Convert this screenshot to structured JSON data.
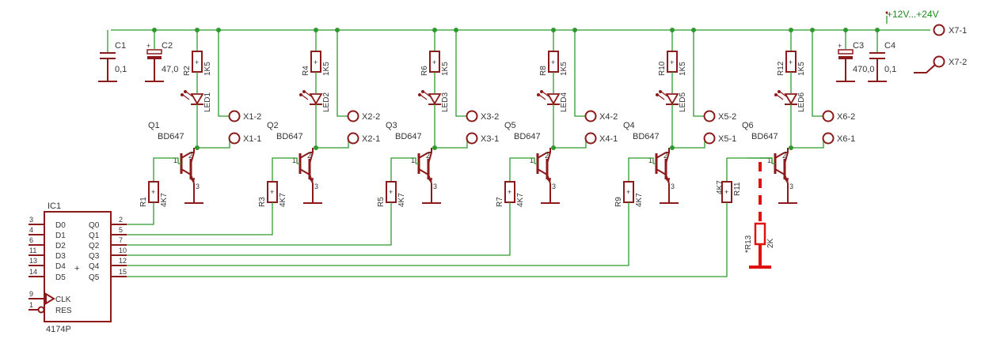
{
  "supply": {
    "label": "+12V...+24V",
    "terminal1": "X7-1",
    "terminal2": "X7-2"
  },
  "caps": [
    {
      "ref": "C1",
      "value": "0,1"
    },
    {
      "ref": "C2",
      "value": "47,0"
    },
    {
      "ref": "C3",
      "value": "470,0"
    },
    {
      "ref": "C4",
      "value": "0,1"
    }
  ],
  "channels": [
    {
      "q": "Q1",
      "type": "BD647",
      "r_led": "R2",
      "r_led_val": "1K5",
      "led": "LED1",
      "r_base": "R1",
      "r_base_val": "4K7",
      "x_top": "X1-2",
      "x_bot": "X1-1",
      "ic_pin": "2",
      "ic_out": "Q0"
    },
    {
      "q": "Q2",
      "type": "BD647",
      "r_led": "R4",
      "r_led_val": "1K5",
      "led": "LED2",
      "r_base": "R3",
      "r_base_val": "4K7",
      "x_top": "X2-2",
      "x_bot": "X2-1",
      "ic_pin": "5",
      "ic_out": "Q1"
    },
    {
      "q": "Q3",
      "type": "BD647",
      "r_led": "R6",
      "r_led_val": "1K5",
      "led": "LED3",
      "r_base": "R5",
      "r_base_val": "4K7",
      "x_top": "X3-2",
      "x_bot": "X3-1",
      "ic_pin": "7",
      "ic_out": "Q2"
    },
    {
      "q": "Q5",
      "type": "BD647",
      "r_led": "R8",
      "r_led_val": "1K5",
      "led": "LED4",
      "r_base": "R7",
      "r_base_val": "4K7",
      "x_top": "X4-2",
      "x_bot": "X4-1",
      "ic_pin": "10",
      "ic_out": "Q3"
    },
    {
      "q": "Q4",
      "type": "BD647",
      "r_led": "R10",
      "r_led_val": "1K5",
      "led": "LED5",
      "r_base": "R9",
      "r_base_val": "4K7",
      "x_top": "X5-2",
      "x_bot": "X5-1",
      "ic_pin": "12",
      "ic_out": "Q4"
    },
    {
      "q": "Q6",
      "type": "BD647",
      "r_led": "R12",
      "r_led_val": "1K5",
      "led": "LED6",
      "r_base": "R11",
      "r_base_val": "4K7",
      "x_top": "X6-2",
      "x_bot": "X6-1",
      "ic_pin": "15",
      "ic_out": "Q5"
    }
  ],
  "ic": {
    "ref": "IC1",
    "part": "4174P",
    "inputs": [
      {
        "pin": "3",
        "name": "D0"
      },
      {
        "pin": "4",
        "name": "D1"
      },
      {
        "pin": "6",
        "name": "D2"
      },
      {
        "pin": "11",
        "name": "D3"
      },
      {
        "pin": "13",
        "name": "D4"
      },
      {
        "pin": "14",
        "name": "D5"
      }
    ],
    "clk": {
      "pin": "9",
      "name": "CLK"
    },
    "res": {
      "pin": "1",
      "name": "RES"
    },
    "plus": "+"
  },
  "transistor_pins": {
    "b": "1",
    "c": "2",
    "e": "3"
  },
  "r13": {
    "ref": "*R13",
    "value": "2K"
  }
}
